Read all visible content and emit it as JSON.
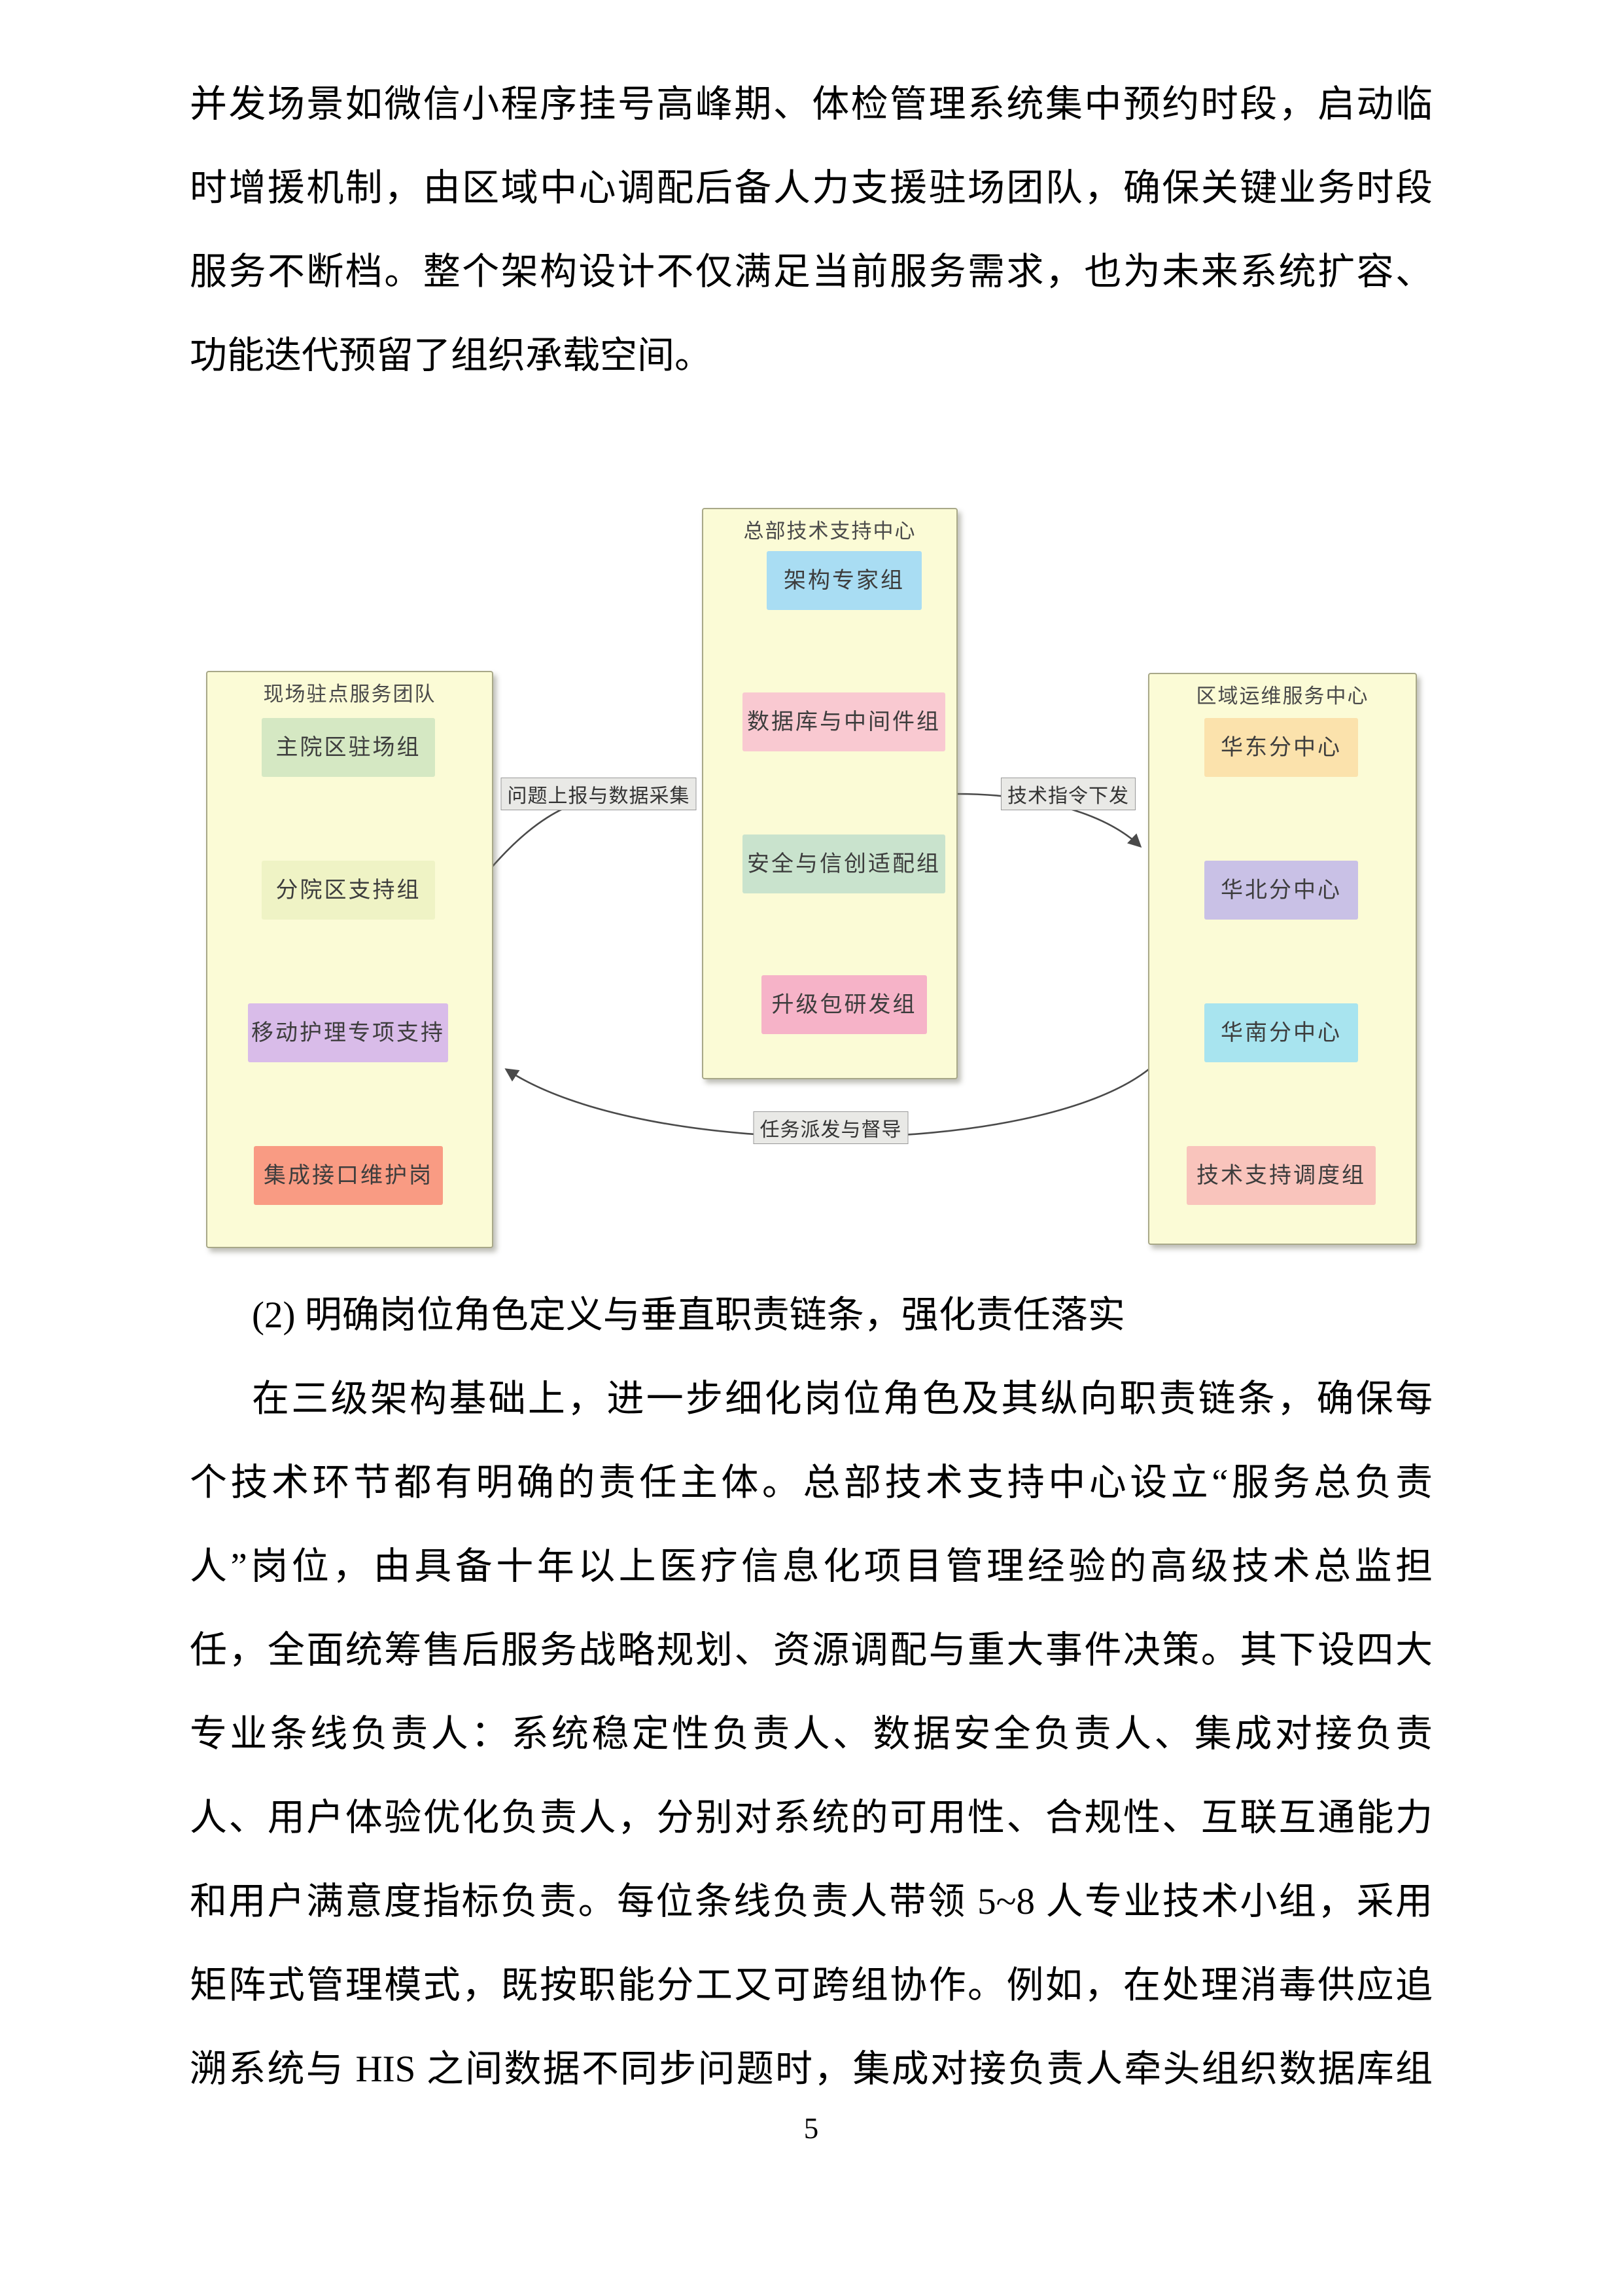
{
  "page": {
    "number": "5"
  },
  "paragraph_top": {
    "lines": [
      "并发场景如微信小程序挂号高峰期、体检管理系统集中预约时段，启动临",
      "时增援机制，由区域中心调配后备人力支援驻场团队，确保关键业务时段",
      "服务不断档。整个架构设计不仅满足当前服务需求，也为未来系统扩容、",
      "功能迭代预留了组织承载空间。"
    ]
  },
  "section": {
    "heading": "(2) 明确岗位角色定义与垂直职责链条，强化责任落实",
    "lines": [
      "在三级架构基础上，进一步细化岗位角色及其纵向职责链条，确保每",
      "个技术环节都有明确的责任主体。总部技术支持中心设立“服务总负责",
      "人”岗位，由具备十年以上医疗信息化项目管理经验的高级技术总监担",
      "任，全面统筹售后服务战略规划、资源调配与重大事件决策。其下设四大",
      "专业条线负责人：系统稳定性负责人、数据安全负责人、集成对接负责",
      "人、用户体验优化负责人，分别对系统的可用性、合规性、互联互通能力",
      "和用户满意度指标负责。每位条线负责人带领 5~8 人专业技术小组，采用",
      "矩阵式管理模式，既按职能分工又可跨组协作。例如，在处理消毒供应追",
      "溯系统与 HIS 之间数据不同步问题时，集成对接负责人牵头组织数据库组"
    ]
  },
  "diagram": {
    "colors": {
      "container_fill": "#fbfbd6",
      "container_border": "#a8a888",
      "arrow": "#4a4a4a",
      "label_bg": "#e9e9e6"
    },
    "groups": [
      {
        "title": "现场驻点服务团队",
        "nodes": [
          {
            "label": "主院区驻场组",
            "color": "#d5e8c3"
          },
          {
            "label": "分院区支持组",
            "color": "#eff3c5"
          },
          {
            "label": "移动护理专项支持",
            "color": "#d9bce9"
          },
          {
            "label": "集成接口维护岗",
            "color": "#f99b83"
          }
        ]
      },
      {
        "title": "总部技术支持中心",
        "nodes": [
          {
            "label": "架构专家组",
            "color": "#a9ddf3"
          },
          {
            "label": "数据库与中间件组",
            "color": "#f9c9d1"
          },
          {
            "label": "安全与信创适配组",
            "color": "#c9e3cd"
          },
          {
            "label": "升级包研发组",
            "color": "#f6b3c8"
          }
        ]
      },
      {
        "title": "区域运维服务中心",
        "nodes": [
          {
            "label": "华东分中心",
            "color": "#fbe2ac"
          },
          {
            "label": "华北分中心",
            "color": "#c9c1e6"
          },
          {
            "label": "华南分中心",
            "color": "#a8e4ef"
          },
          {
            "label": "技术支持调度组",
            "color": "#f9c4bc"
          }
        ]
      }
    ],
    "edges": [
      {
        "label": "问题上报与数据采集"
      },
      {
        "label": "技术指令下发"
      },
      {
        "label": "任务派发与督导"
      }
    ]
  }
}
